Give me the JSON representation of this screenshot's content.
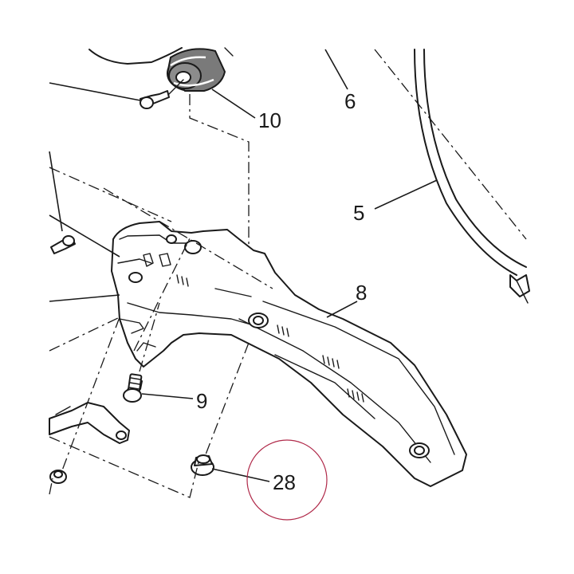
{
  "callouts": {
    "c10": "10",
    "c6": "6",
    "c5": "5",
    "c8": "8",
    "c9": "9",
    "c28": "28"
  },
  "colors": {
    "line": "#1a1a1a",
    "grommet": "#808080",
    "highlight_ring": "#b02a4a",
    "background": "#ffffff"
  },
  "icons": {
    "screw_small": "screw-icon",
    "grommet": "grommet-icon",
    "bolt": "bolt-icon",
    "nut": "flange-nut-icon"
  }
}
